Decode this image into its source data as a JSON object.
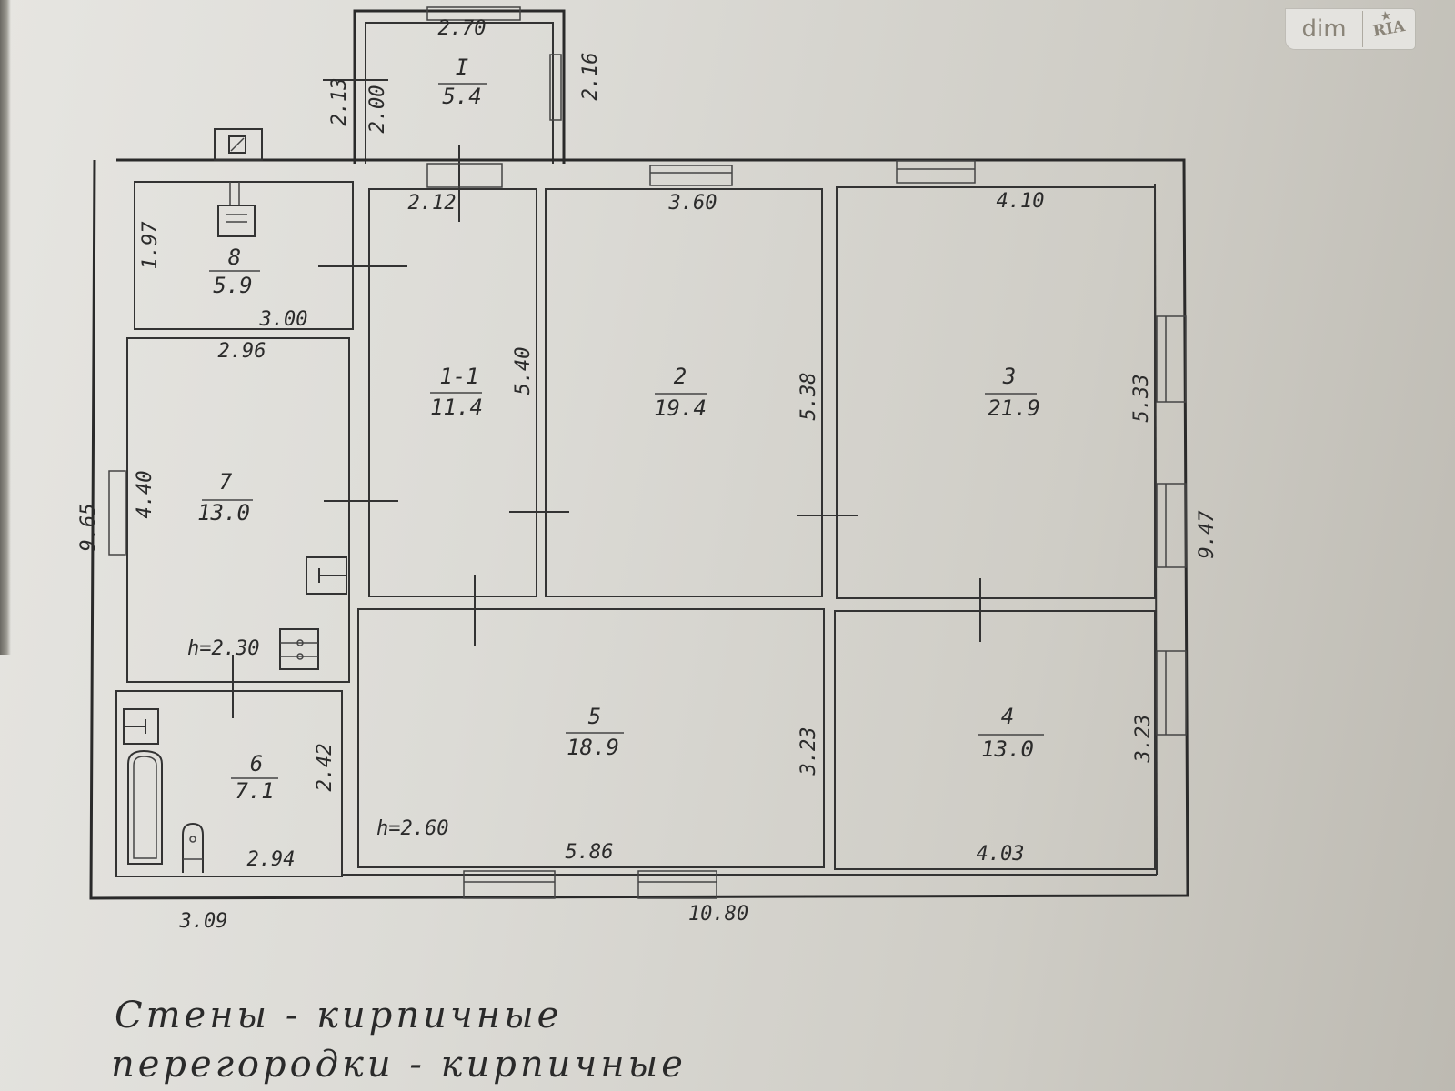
{
  "watermark": {
    "brand_left": "dim",
    "brand_right": "RIA",
    "star": "★"
  },
  "rooms": [
    {
      "id": "I",
      "area": "5.4"
    },
    {
      "id": "8",
      "area": "5.9"
    },
    {
      "id": "7",
      "area": "13.0"
    },
    {
      "id": "6",
      "area": "7.1"
    },
    {
      "id": "1-1",
      "area": "11.4"
    },
    {
      "id": "2",
      "area": "19.4"
    },
    {
      "id": "3",
      "area": "21.9"
    },
    {
      "id": "5",
      "area": "18.9"
    },
    {
      "id": "4",
      "area": "13.0"
    }
  ],
  "dimensions": {
    "porch_width": "2.70",
    "porch_depth_right": "2.16",
    "porch_outer_left": "2.13",
    "porch_inner_left": "2.00",
    "room8_width": "3.00",
    "room8_depth": "1.97",
    "room7_width": "2.96",
    "room7_depth": "4.40",
    "room7_height": "h=2.30",
    "room6_width": "2.94",
    "room6_depth": "2.42",
    "room11_width": "2.12",
    "room11_depth": "5.40",
    "room2_width": "3.60",
    "room2_depth": "5.38",
    "room3_width": "4.10",
    "room3_depth": "5.33",
    "room5_width": "5.86",
    "room5_depth": "3.23",
    "room5_height": "h=2.60",
    "room4_width": "4.03",
    "room4_depth": "3.23",
    "left_total": "9.65",
    "right_total": "9.47",
    "bottom_left_total": "3.09",
    "bottom_main_total": "10.80"
  },
  "notes": {
    "walls": "Стены - кирпичные",
    "partitions": "перегородки - кирпичные"
  }
}
